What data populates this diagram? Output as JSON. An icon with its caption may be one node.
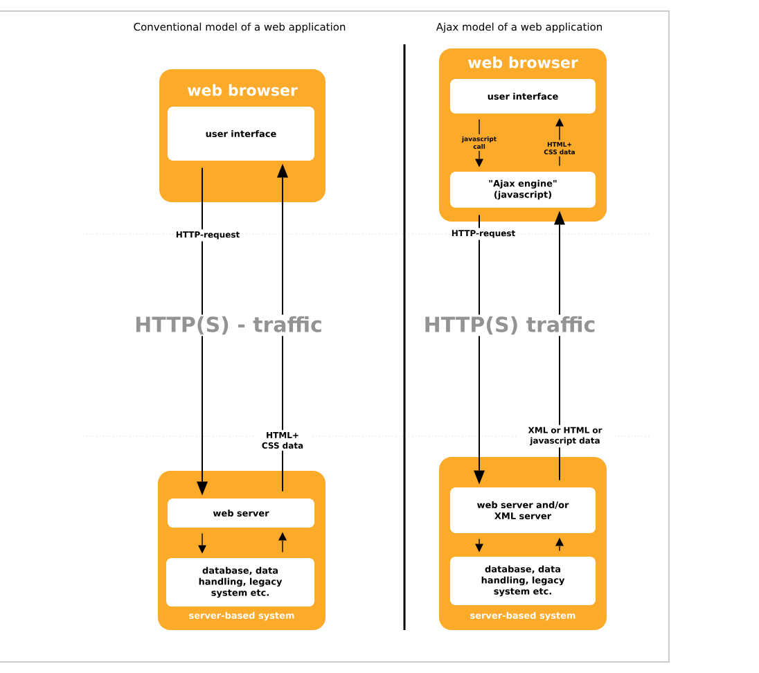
{
  "diagram": {
    "nodes": [
      {
        "text": [
          "web browser"
        ]
      },
      {
        "text": [
          "user interface"
        ],
        "in": 0
      },
      {
        "text": [
          "server-based system"
        ]
      },
      {
        "text": [
          "web server"
        ],
        "in": 2
      },
      {
        "text": [
          "database, data handling, legacy system etc."
        ],
        "in": 2
      },
      {
        "text": [
          "web browser"
        ]
      },
      {
        "text": [
          "user interface"
        ],
        "in": 5
      },
      {
        "text": [
          "\"Ajax engine\" (javascript)"
        ],
        "in": 5
      },
      {
        "text": [
          "server-based system"
        ]
      },
      {
        "text": [
          "web server and/or XML server"
        ],
        "in": 8
      },
      {
        "text": [
          "database, data handling, legacy system etc."
        ],
        "in": 8
      }
    ],
    "edges": [
      {
        "from": 1,
        "to": 3,
        "arrow": "to",
        "label": "HTTP-request"
      },
      {
        "from": 3,
        "to": 1,
        "arrow": "to",
        "label": "HTML+ CSS data"
      },
      {
        "from": 3,
        "to": 4,
        "arrow": "to"
      },
      {
        "from": 4,
        "to": 3,
        "arrow": "to"
      },
      {
        "from": 6,
        "to": 7,
        "arrow": "to",
        "label": "javascript call"
      },
      {
        "from": 7,
        "to": 6,
        "arrow": "to",
        "label": "HTML+ CSS data"
      },
      {
        "from": 7,
        "to": 9,
        "arrow": "to",
        "label": "HTTP-request"
      },
      {
        "from": 9,
        "to": 7,
        "arrow": "to",
        "label": "XML or HTML or javascript data"
      },
      {
        "from": 9,
        "to": 10,
        "arrow": "to"
      },
      {
        "from": 10,
        "to": 9,
        "arrow": "to"
      }
    ],
    "labels": [
      "Conventional model of a web application",
      "Ajax model of a web application",
      "HTTP(S) - traffic",
      "HTTP(S) traffic"
    ]
  }
}
